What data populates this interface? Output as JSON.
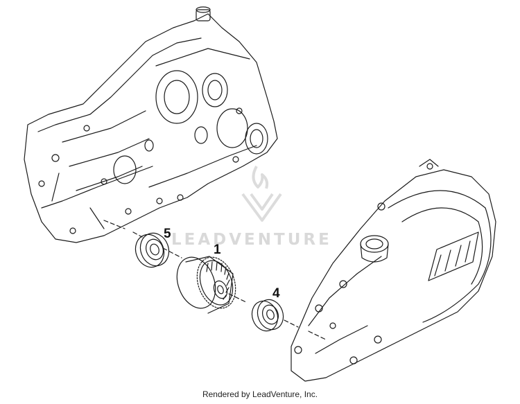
{
  "callouts": {
    "bearing_left": "5",
    "gear_assembly": "1",
    "bearing_right": "4"
  },
  "watermark": {
    "text": "LEADVENTURE"
  },
  "footer": {
    "credit": "Rendered by LeadVenture, Inc."
  },
  "colors": {
    "line": "#1a1a1a",
    "watermark": "#d9d9d9",
    "background": "#ffffff"
  },
  "icons": {
    "watermark_logo": "leadventure-flame-v-logo"
  }
}
